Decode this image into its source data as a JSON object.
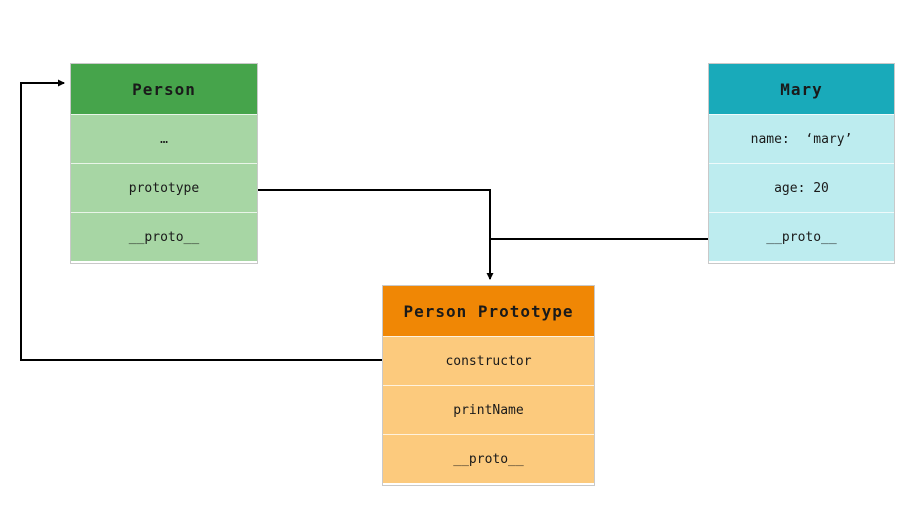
{
  "colors": {
    "background": "#ffffff",
    "line": "#000000",
    "text": "#1a1a1a",
    "person_header": "#46a44b",
    "person_row": "#a7d6a4",
    "mary_header": "#19aaba",
    "mary_row": "#bdecef",
    "prototype_header": "#f08705",
    "prototype_row": "#fcca7d"
  },
  "boxes": {
    "person": {
      "title": "Person",
      "rows": [
        "…",
        "prototype",
        "__proto__"
      ]
    },
    "mary": {
      "title": "Mary",
      "rows": [
        "name:  ‘mary’",
        "age: 20",
        "__proto__"
      ]
    },
    "person_prototype": {
      "title": "Person Prototype",
      "rows": [
        "constructor",
        "printName",
        "__proto__"
      ]
    }
  },
  "edges": [
    {
      "from": "Person.prototype",
      "to": "Person Prototype (top)"
    },
    {
      "from": "Mary.__proto__",
      "to": "Person Prototype (top)"
    },
    {
      "from": "Person Prototype.constructor",
      "to": "Person (header)"
    }
  ]
}
